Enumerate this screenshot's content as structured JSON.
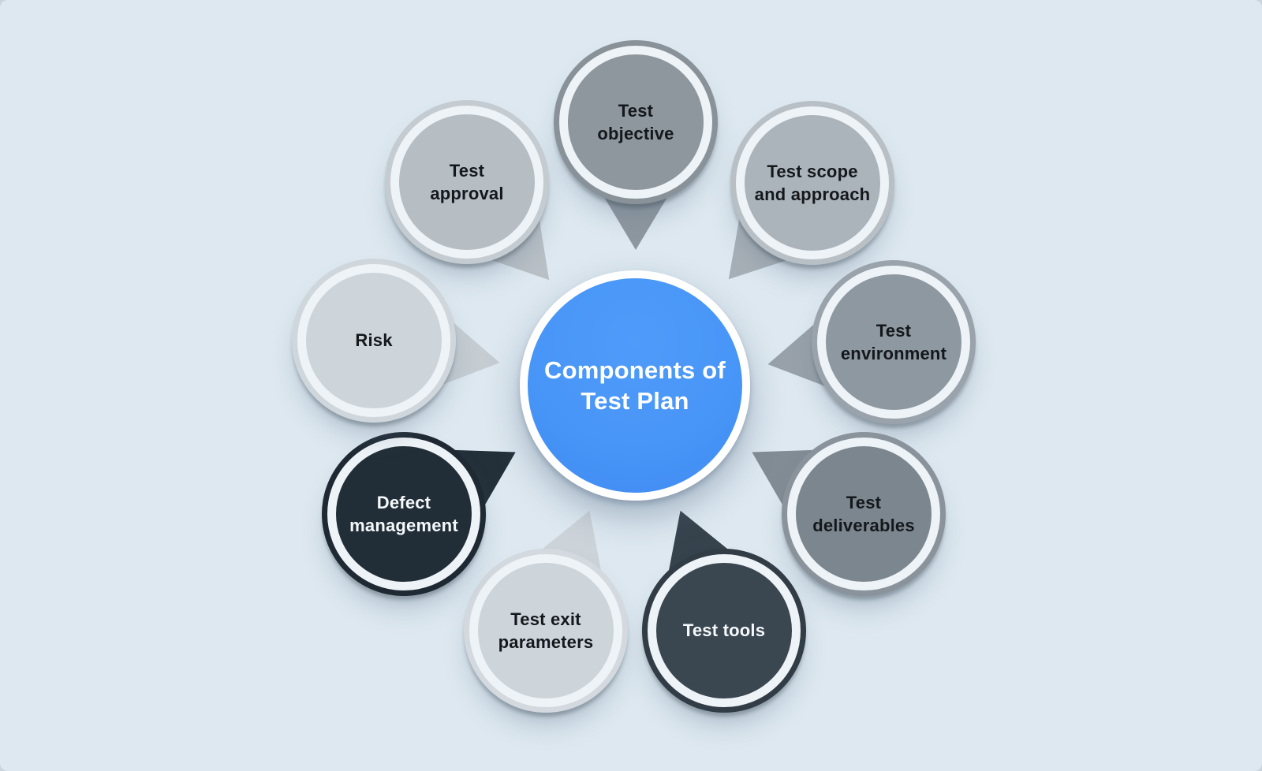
{
  "background": "#dde8f0",
  "center": {
    "label": "Components of\nTest Plan",
    "fill": "#4795f7",
    "border": "#ffffff",
    "text_color": "#ffffff"
  },
  "nodes": [
    {
      "id": "test-objective",
      "label": "Test\nobjective",
      "fill": "#8e979e",
      "ring": "#899298",
      "tail": "#8e979e",
      "text": "#14181c"
    },
    {
      "id": "test-scope-and-approach",
      "label": "Test scope\nand approach",
      "fill": "#acb4bb",
      "ring": "#b8bfc5",
      "tail": "#a7afb6",
      "text": "#14181c"
    },
    {
      "id": "test-environment",
      "label": "Test\nenvironment",
      "fill": "#8e98a0",
      "ring": "#9aa3ab",
      "tail": "#98a1a9",
      "text": "#14181c"
    },
    {
      "id": "test-deliverables",
      "label": "Test\ndeliverables",
      "fill": "#7c868f",
      "ring": "#8a939b",
      "tail": "#828c94",
      "text": "#14181c"
    },
    {
      "id": "test-tools",
      "label": "Test tools",
      "fill": "#3a4650",
      "ring": "#313c46",
      "tail": "#36424c",
      "text": "#f6f9fb"
    },
    {
      "id": "test-exit-parameters",
      "label": "Test exit\nparameters",
      "fill": "#cdd4da",
      "ring": "#d3d9de",
      "tail": "#ccd3d9",
      "text": "#14181c"
    },
    {
      "id": "defect-management",
      "label": "Defect\nmanagement",
      "fill": "#222e37",
      "ring": "#1e2933",
      "tail": "#233039",
      "text": "#f6f9fb"
    },
    {
      "id": "risk",
      "label": "Risk",
      "fill": "#cdd5da",
      "ring": "#d0d7dc",
      "tail": "#c5ccd2",
      "text": "#14181c"
    },
    {
      "id": "test-approval",
      "label": "Test\napproval",
      "fill": "#b6bec4",
      "ring": "#c4cbd1",
      "tail": "#b9c0c6",
      "text": "#14181c"
    }
  ]
}
